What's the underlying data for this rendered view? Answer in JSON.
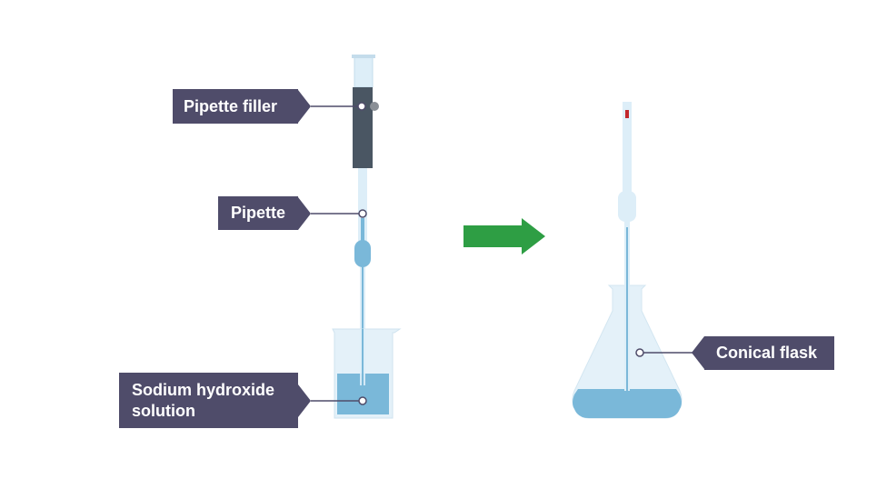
{
  "labels": {
    "pipette_filler": "Pipette filler",
    "pipette": "Pipette",
    "solution": "Sodium hydroxide solution",
    "conical_flask": "Conical flask"
  },
  "arrow": {
    "direction": "right"
  },
  "colors": {
    "label_bg": "#4f4c6a",
    "label_text": "#ffffff",
    "glass": "#ddeef8",
    "liquid": "#7ab8d9",
    "filler_body": "#4a5663",
    "arrow": "#2e9e44",
    "meniscus_mark": "#c2282c"
  }
}
